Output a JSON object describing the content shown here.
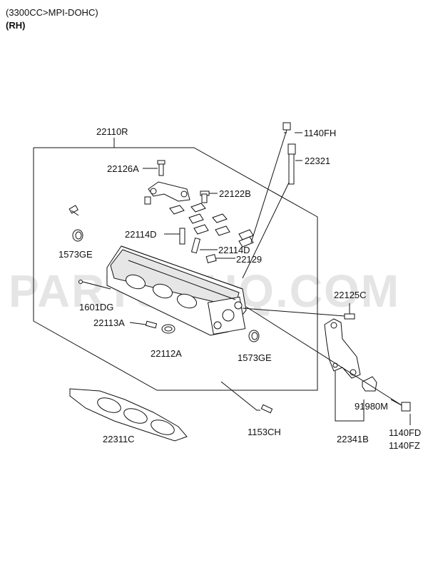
{
  "header": {
    "engine": "(3300CC>MPI-DOHC)",
    "side": "(RH)"
  },
  "watermark": "PARTSOUQ.COM",
  "labels": {
    "p22110R": "22110R",
    "p1140FH": "1140FH",
    "p22321": "22321",
    "p22126A": "22126A",
    "p22122B": "22122B",
    "p22114D_a": "22114D",
    "p22114D_b": "22114D",
    "p1573GE_a": "1573GE",
    "p22129": "22129",
    "p22125C": "22125C",
    "p1601DG": "1601DG",
    "p22113A": "22113A",
    "p22112A": "22112A",
    "p1573GE_b": "1573GE",
    "p91980M": "91980M",
    "p1140FD": "1140FD",
    "p1140FZ": "1140FZ",
    "p22341B": "22341B",
    "p1153CH": "1153CH",
    "p22311C": "22311C"
  }
}
